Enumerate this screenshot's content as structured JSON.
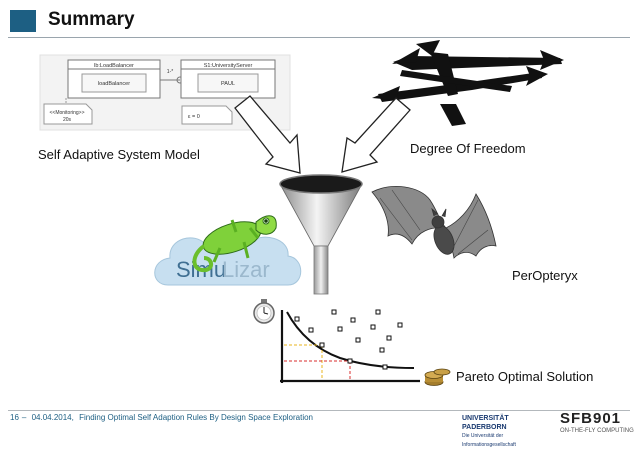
{
  "slide": {
    "title": "Summary",
    "accent_color": "#1d5f83"
  },
  "uml": {
    "component_left_header": "lb:LoadBalancer",
    "component_left_inner": "loadBalancer",
    "multiplicity": "1-*",
    "component_right_header": "S1:UniversityServer",
    "component_right_inner": "PAUL",
    "note_left_line1": "<<Monitoring>>",
    "note_left_line2": "20s",
    "note_right": "ε = 0"
  },
  "labels": {
    "system_model": "Self Adaptive System Model",
    "degree_of_freedom": "Degree Of Freedom",
    "peropteryx": "PerOpteryx",
    "pareto": "Pareto Optimal Solution"
  },
  "simulizar": {
    "part1": "Simu",
    "part2": "Lizar"
  },
  "footer": {
    "page": "16",
    "date": "04.04.2014,",
    "talk_title": "Finding Optimal Self Adaption Rules By Design Space Exploration"
  },
  "logos": {
    "university_line1": "UNIVERSITÄT PADERBORN",
    "university_line2": "Die Universität der Informationsgesellschaft",
    "sfb": "SFB901",
    "sfb_sub": "ON-THE-FLY COMPUTING"
  },
  "icons": [
    "stopwatch-icon",
    "coins-icon",
    "funnel-icon",
    "chameleon-icon",
    "bat-icon",
    "arrows-icon"
  ]
}
